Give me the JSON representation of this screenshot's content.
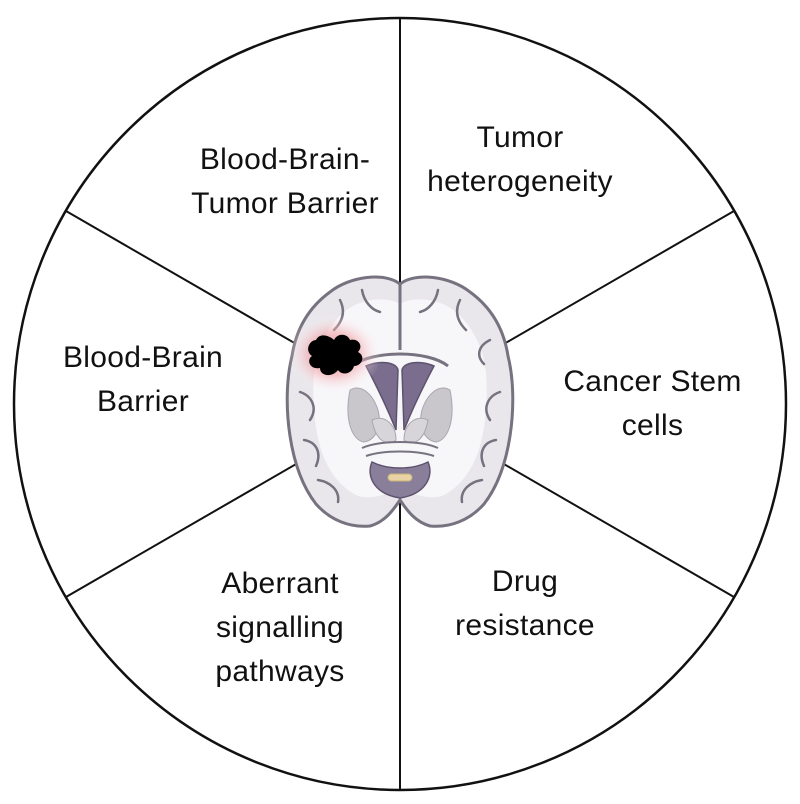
{
  "segments": [
    {
      "id": "top-left",
      "label": "Blood-Brain-\nTumor Barrier"
    },
    {
      "id": "top-right",
      "label": "Tumor\nheterogeneity"
    },
    {
      "id": "left",
      "label": "Blood-Brain\nBarrier"
    },
    {
      "id": "right",
      "label": "Cancer Stem\ncells"
    },
    {
      "id": "bottom-left",
      "label": "Aberrant\nsignalling\npathways"
    },
    {
      "id": "bottom-right",
      "label": "Drug\nresistance"
    }
  ],
  "colors": {
    "outline": "#111111",
    "brain_fill": "#e9e7ec",
    "white_matter": "#f7f6f9",
    "brain_stroke": "#77727f",
    "ventricle": "#7a6d8d",
    "deep_gray": "#c9c7cc",
    "tumor": "#000000",
    "tumor_glow": "#f0a0a4",
    "pituitary": "#e7d3a3"
  }
}
